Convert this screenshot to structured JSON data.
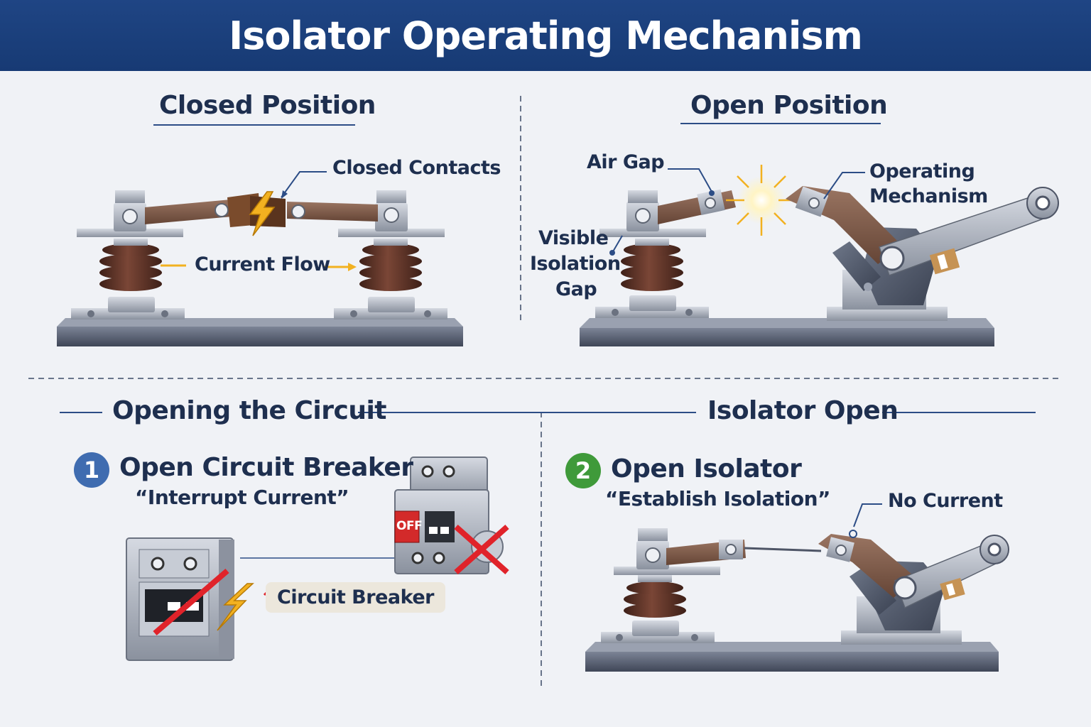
{
  "title": "Isolator Operating Mechanism",
  "panels": {
    "closed": {
      "heading": "Closed Position",
      "labels": {
        "contacts": "Closed Contacts",
        "current_flow": "Current Flow"
      }
    },
    "open": {
      "heading": "Open Position",
      "labels": {
        "air_gap": "Air Gap",
        "operating_line1": "Operating",
        "operating_line2": "Mechanism",
        "visible_line1": "Visible",
        "visible_line2": "Isolation",
        "visible_line3": "Gap"
      }
    },
    "opening": {
      "heading": "Opening the Circuit",
      "step_number": "1",
      "step_title": "Open Circuit Breaker",
      "step_quote": "“Interrupt Current”",
      "switch_text": "OFF",
      "breaker_label": "Circuit Breaker"
    },
    "isolator_open": {
      "heading": "Isolator Open",
      "step_number": "2",
      "step_title": "Open Isolator",
      "step_quote": "“Establish Isolation”",
      "no_current": "No Current"
    }
  },
  "colors": {
    "banner": "#1f4584",
    "heading_text": "#1e2f4f",
    "insulator": "#5e3326",
    "blade": "#7d5a48",
    "metal": "#aeb4bf",
    "base": "#4e5566",
    "step1": "#3f6cb0",
    "step2": "#3f9a3a",
    "spark": "#f2b120",
    "cross": "#e0232a"
  }
}
